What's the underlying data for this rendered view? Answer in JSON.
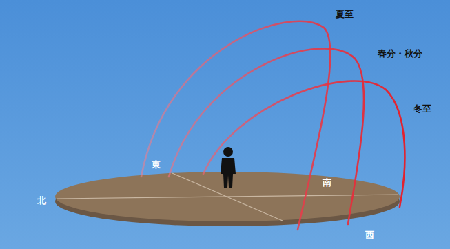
{
  "diagram": {
    "labels": [
      "夏至",
      "春分・秋分",
      "冬至",
      "東",
      "南",
      "西",
      "北"
    ]
  }
}
